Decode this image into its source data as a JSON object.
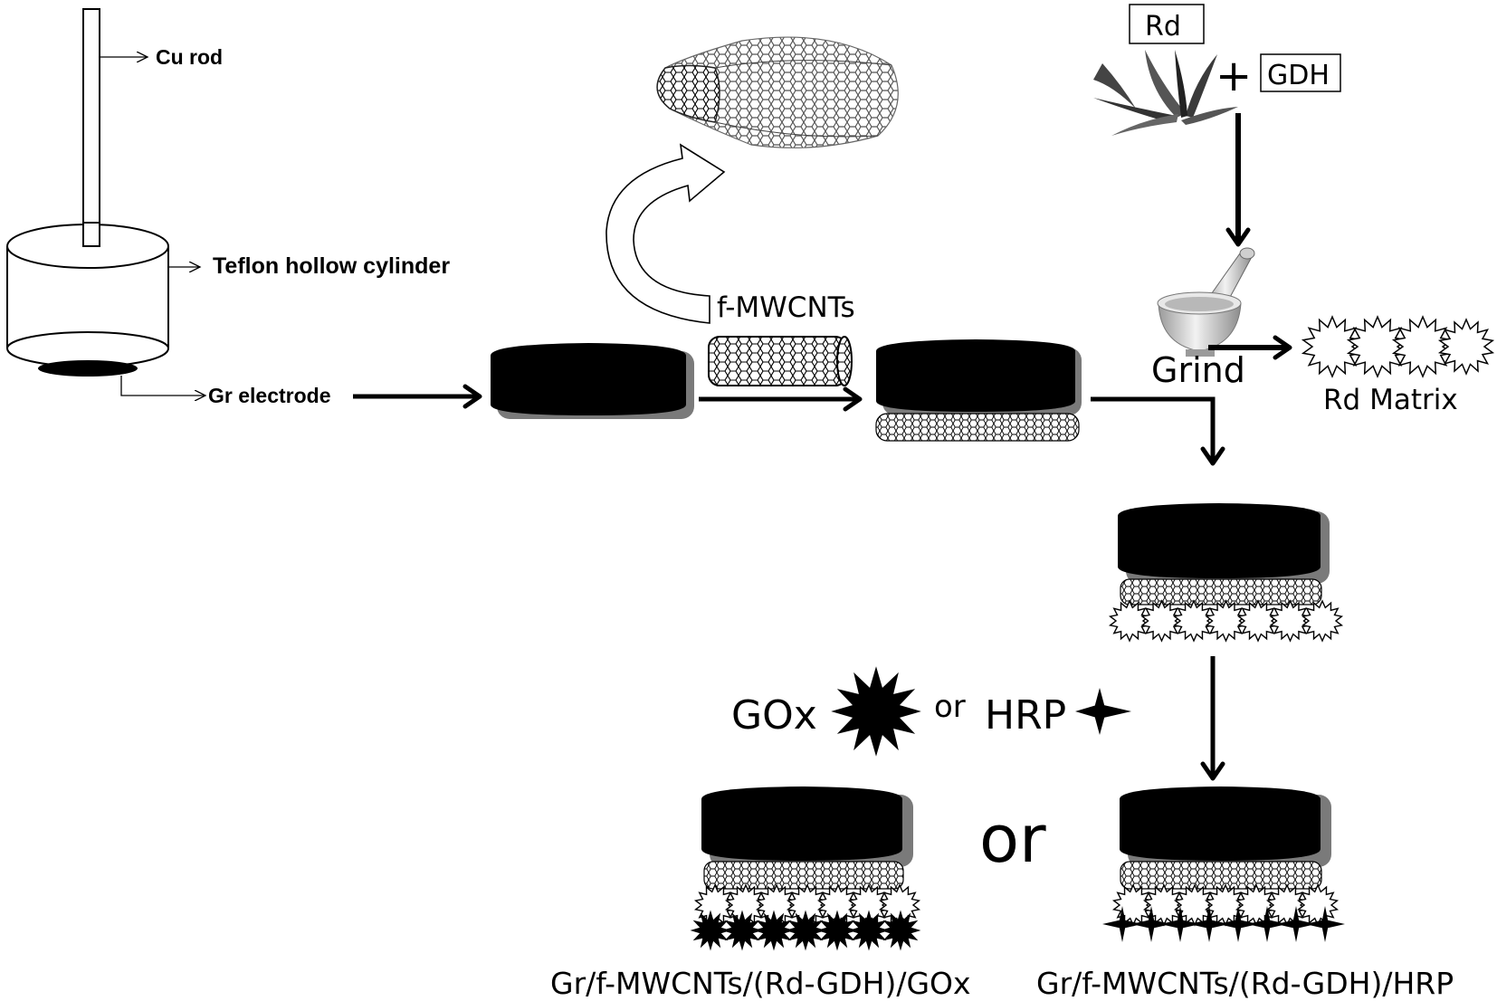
{
  "labels": {
    "cu_rod": "Cu rod",
    "teflon": "Teflon hollow cylinder",
    "gr_electrode": "Gr electrode",
    "fmwcnts": "f-MWCNTs",
    "rd": "Rd",
    "plus": "+",
    "gdh": "GDH",
    "grind": "Grind",
    "rd_matrix": "Rd Matrix",
    "gox": "GOx",
    "or_small": "or",
    "hrp": "HRP",
    "or_big": "or",
    "final_gox": "Gr/f-MWCNTs/(Rd-GDH)/GOx",
    "final_hrp": "Gr/f-MWCNTs/(Rd-GDH)/HRP"
  },
  "icons": {
    "cnt_cone": "carbon-nanotube-icon",
    "leaf": "rd-plant-leaf-icon",
    "mortar": "mortar-pestle-icon",
    "matrix": "starburst-matrix-icon",
    "gox": "gox-enzyme-star-icon",
    "hrp": "hrp-enzyme-star-icon"
  },
  "colors": {
    "ink": "#000000",
    "shadow": "#7a7a7a",
    "leaf": "#4a4a4a"
  }
}
